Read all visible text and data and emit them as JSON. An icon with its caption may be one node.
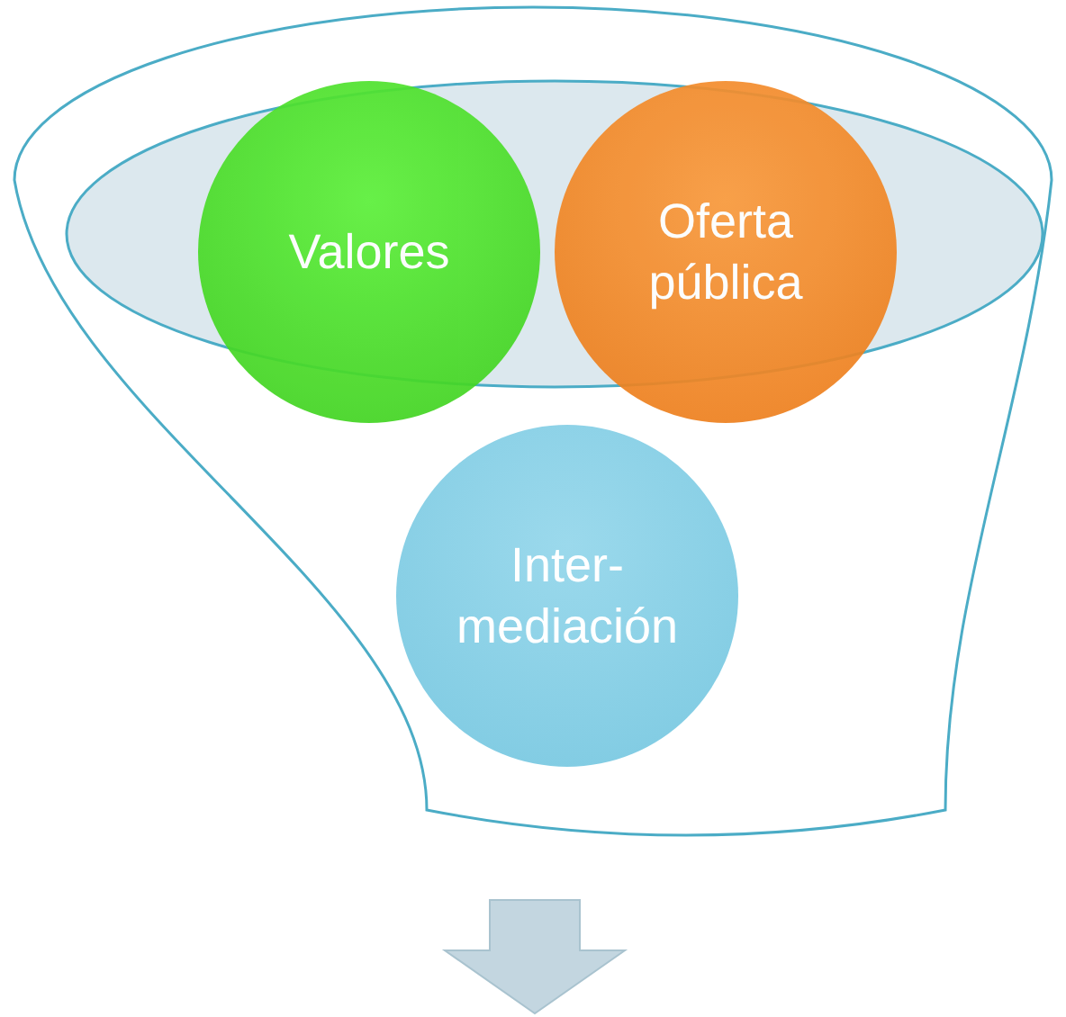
{
  "diagram": {
    "nodes": [
      {
        "text": [],
        "shape": "funnel"
      },
      {
        "text": [
          "Valores"
        ],
        "in": 0
      },
      {
        "text": [
          "Oferta pública"
        ],
        "in": 0
      },
      {
        "text": [
          "Inter- mediación"
        ],
        "in": 0
      }
    ]
  }
}
